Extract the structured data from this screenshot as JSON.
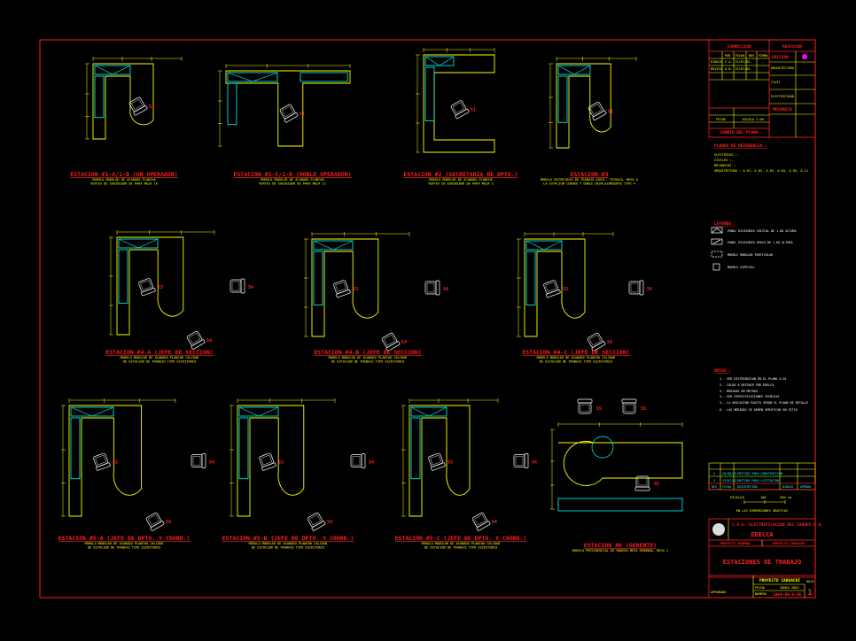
{
  "colors": {
    "background": "#000000",
    "border": "#ff2020",
    "desk": "#ffff00",
    "cabinet": "#00ffff",
    "chair": "#ffffff",
    "label": "#ff2020",
    "magenta": "#ff00ff"
  },
  "stations": [
    {
      "title": "ESTACION #1-A/1-D (UN OPERADOR)",
      "sub1": "MODULO MODULAR DE ACABADO PLANCHA",
      "sub2": "VERTEX DE EXHIBIDOR DE PARA MESA 1A",
      "seats": [
        "S1"
      ]
    },
    {
      "title": "ESTACION #1-C/1-D (DOBLE OPERADOR)",
      "sub1": "MODULO MODULAR DE ACABADO PLANCHA",
      "sub2": "VERTEX DE EXHIBIDOR DE PARA MESA 1C",
      "seats": [
        "S1"
      ]
    },
    {
      "title": "ESTACION #2 (SECRETARIA DE DPTO.)",
      "sub1": "MODULO MODULAR DE ACABADO PLANCHA",
      "sub2": "VERTEX DE EXHIBIDOR DE PARA MESA 2",
      "seats": [
        "S1"
      ]
    },
    {
      "title": "ESTACION #3",
      "sub1": "MODULO SECRETARIA DE TRABAJO AUXIL. TECNICO, MESA A",
      "sub2": "LA ESTACION CUADRO Y DOBLE DESPLAZAMIENTO TIPO 4",
      "seats": [
        "S1"
      ]
    },
    {
      "title": "ESTACION #4-A (JEFE DE SECCION)",
      "sub1": "MODULO MODULAR DE ACABADO PLANCHA CALIDAD",
      "sub2": "DE ESTACION DE TRABAJO TIPO ESCRITORIO",
      "seats": [
        "S2",
        "S4",
        "S4"
      ]
    },
    {
      "title": "ESTACION #4-B (JEFE DE SECCION)",
      "sub1": "MODULO MODULAR DE ACABADO PLANCHA CALIDAD",
      "sub2": "DE ESTACION DE TRABAJO TIPO ESCRITORIO",
      "seats": [
        "S3",
        "S4",
        "S4"
      ]
    },
    {
      "title": "ESTACION #4-C (JEFE DE SECCION)",
      "sub1": "MODULO MODULAR DE ACABADO PLANCHA CALIDAD",
      "sub2": "DE ESTACION DE TRABAJO TIPO ESCRITORIO",
      "seats": [
        "S3",
        "S4",
        "S4"
      ]
    },
    {
      "title": "ESTACION #5-A (JEFE DE DPTO. Y COORD.)",
      "sub1": "MODULO MODULAR DE ACABADO PLANCHA CALIDAD",
      "sub2": "DE ESTACION DE TRABAJO TIPO ESCRITORIO",
      "seats": [
        "S2",
        "S4",
        "S4"
      ]
    },
    {
      "title": "ESTACION #5-B (JEFE DE DPTO. Y COORD.)",
      "sub1": "MODULO MODULAR DE ACABADO PLANCHA CALIDAD",
      "sub2": "DE ESTACION DE TRABAJO TIPO ESCRITORIO",
      "seats": [
        "S3",
        "S4",
        "S4"
      ]
    },
    {
      "title": "ESTACION #5-C (JEFE DE DPTO. Y COORD.)",
      "sub1": "MODULO MODULAR DE ACABADO PLANCHA CALIDAD",
      "sub2": "DE ESTACION DE TRABAJO TIPO ESCRITORIO",
      "seats": [
        "S3",
        "S4",
        "S4"
      ]
    },
    {
      "title": "ESTACION #6 (GERENTE)",
      "sub1": "MODULO PRESIDENCIAL DE MADERA MESA REDONDA, MESA 1",
      "sub2": "",
      "seats": [
        "S5",
        "S5",
        "S5"
      ]
    }
  ],
  "title_block": {
    "corrections_header": "CORRECCION",
    "revision_header": "REVISION",
    "corr_cols": [
      "POR",
      "FECHA",
      "REV",
      "FIRMA"
    ],
    "corr_rows": [
      [
        "DIBUJO",
        "V.A.",
        "13/07/02",
        "-",
        "-"
      ],
      [
        "REVISO",
        "A.B.",
        "13/07/02",
        "-",
        "-"
      ]
    ],
    "revision_labels": [
      "EDICION",
      "ARQUITECTURA",
      "CIVIL",
      "ELECTRICIDAD",
      "MECANICA"
    ],
    "fecha_label": "FECHA",
    "escala_label": "ESCALA 1:50",
    "plan_change": "CAMBIO DEL PLANO",
    "ref_title": "PLANOS DE REFERENCIA :",
    "refs": [
      "ELECTRICOS   :-",
      "CIVILES      :-",
      "MECANICOS    :-",
      "ARQUITECTURA : A-01, A-02, A-03, A-04, A-05, A-11"
    ],
    "legend_title": "LEYENDA :",
    "legend": [
      "PANEL DIVISORIO CRISTAL DE 1.60 ALTURA",
      "PANEL DIVISORIO OPACO DE 1.60 ALTURA",
      "MUEBLE MODULAR PARTICULAR",
      "MUEBLE ESPECIAL"
    ],
    "notes_title": "NOTAS :",
    "notes": [
      "1.- VER DISTRIBUCION EN EL PLANO A-01",
      "2.- COLOR A DEFINIR POR EDELCA",
      "3.- MEDIDAS EN METROS",
      "4.- VER ESPECIFICACIONES TECNICAS",
      "5.- LA UBICACION EXACTA SEGUN EL PLANO DE DETALLE",
      "6.- LAS MEDIDAS SE DEBEN VERIFICAR EN SITIO"
    ],
    "rev_rows": [
      [
        "4",
        "20/08/02",
        "EMITIDO PARA CONSTRUCCION",
        "",
        ""
      ],
      [
        "3",
        "13/07/02",
        "EMITIDO PARA LICITACION",
        "",
        ""
      ]
    ],
    "rev_header": [
      "REV",
      "FECHA",
      "DESCRIPCION",
      "DIBUJO",
      "APROBO"
    ],
    "scale_label": "ESCALA",
    "scale_ticks": [
      "0",
      "100",
      "200 cm"
    ],
    "scale_note": "EN LAS DIMENSIONES GRAFICAS",
    "company": "C.V.G. ELECTRIFICACION DEL CARONI C.A.",
    "brand": "EDELCA",
    "proj_general": "PROYECTO GENERAL",
    "proj_specific": "PROYECTO CARUACHI",
    "drawing_title": "ESTACIONES DE TRABAJO",
    "project": "PROYECTO CARUACHI",
    "date_label": "FECHA",
    "date": "JUNIO 2002",
    "number_label": "NUMERO",
    "number": "1004-AR-A-05",
    "sheet_label": "HOJA",
    "sheet": "1",
    "approved": "APROBADO"
  }
}
